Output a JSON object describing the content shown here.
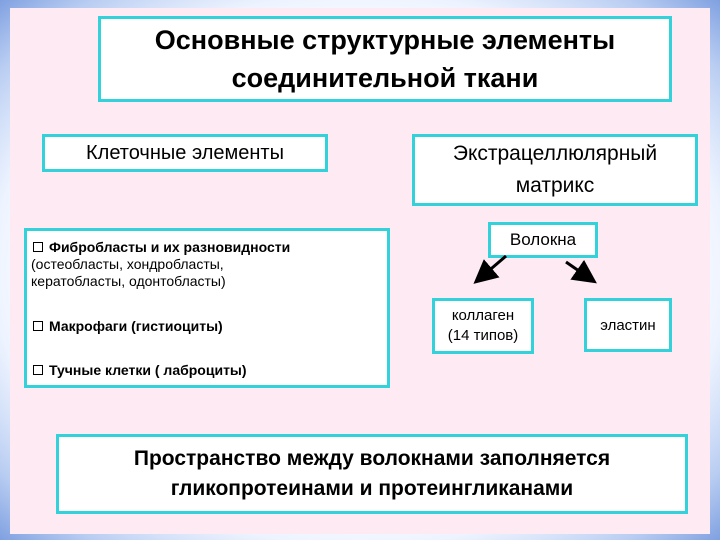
{
  "title": {
    "line1": "Основные структурные элементы",
    "line2": "соединительной ткани"
  },
  "cellular": {
    "label": "Клеточные элементы"
  },
  "matrix": {
    "line1": "Экстрацеллюлярный",
    "line2": "матрикс"
  },
  "cells_list": {
    "item1": {
      "head": "Фибробласты и их разновидности",
      "detail1": "(остеобласты, хондробласты,",
      "detail2": "кератобласты, одонтобласты)"
    },
    "item2": {
      "text": "Макрофаги (гистиоциты)"
    },
    "item3": {
      "text": "Тучные клетки ( лаброциты)"
    }
  },
  "fibers": {
    "label": "Волокна"
  },
  "collagen": {
    "line1": "коллаген",
    "line2": "(14 типов)"
  },
  "elastin": {
    "label": "эластин"
  },
  "space": {
    "line1": "Пространство между волокнами заполняется",
    "line2": "гликопротеинами и протеингликанами"
  },
  "colors": {
    "box_border": "#33d1d9",
    "slide_bg": "#fdeaf3",
    "frame_edge": "#7fa0e0"
  }
}
